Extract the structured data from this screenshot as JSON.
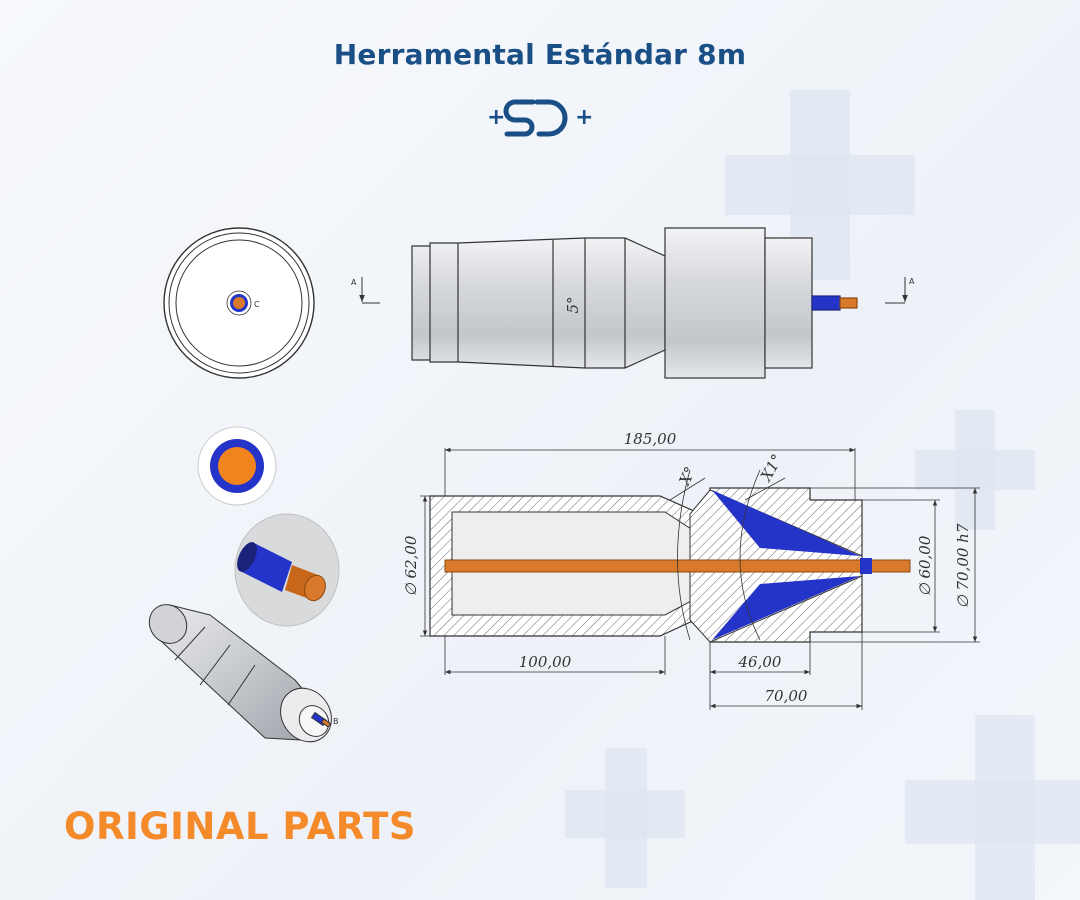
{
  "title": "Herramental Estándar 8m",
  "logo": {
    "text": "SD",
    "left_symbol": "+",
    "right_symbol": "+"
  },
  "footer": "ORIGINAL PARTS",
  "colors": {
    "title": "#1a4f86",
    "footer": "#f58a2b",
    "copper": "#d9792b",
    "insulation": "#2534c8",
    "steel": "#c9ccd1"
  },
  "drawing": {
    "front_view_label": "C",
    "section_markers": [
      "A",
      "A"
    ],
    "detail_label": "B",
    "taper_angle": "5°",
    "dimensions": {
      "overall_length": "185,00",
      "body_length": "100,00",
      "tip_length": "46,00",
      "cap_length": "70,00",
      "body_diameter": "∅ 62,00",
      "cap_inner_diameter": "∅ 60,00",
      "cap_outer_diameter": "∅ 70,00 h7",
      "angle_1": "X°",
      "angle_2": "X1°"
    }
  }
}
